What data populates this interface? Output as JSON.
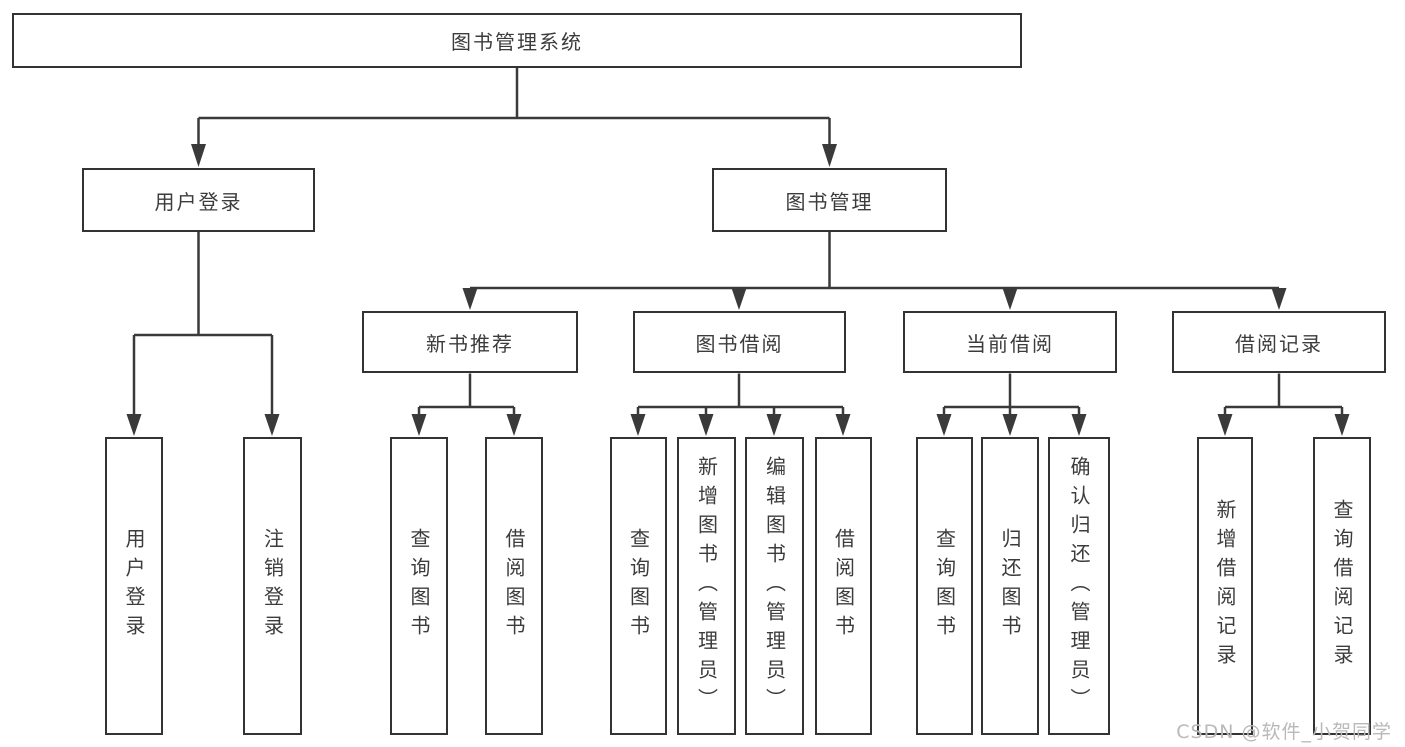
{
  "tree": {
    "root": "图书管理系统",
    "children": [
      {
        "label": "用户登录",
        "children": [
          "用户登录",
          "注销登录"
        ]
      },
      {
        "label": "图书管理",
        "children": [
          {
            "label": "新书推荐",
            "children": [
              "查询图书",
              "借阅图书"
            ]
          },
          {
            "label": "图书借阅",
            "children": [
              "查询图书",
              "新增图书（管理员）",
              "编辑图书（管理员）",
              "借阅图书"
            ]
          },
          {
            "label": "当前借阅",
            "children": [
              "查询图书",
              "归还图书",
              "确认归还（管理员）"
            ]
          },
          {
            "label": "借阅记录",
            "children": [
              "新增借阅记录",
              "查询借阅记录"
            ]
          }
        ]
      }
    ]
  },
  "watermark": {
    "text": "CSDN @软件_小贺同学"
  },
  "colors": {
    "line": "#3a3a3a",
    "box_border": "#333333",
    "text": "#3c3c3c",
    "watermark": "#b9b9b9",
    "background": "#ffffff"
  }
}
